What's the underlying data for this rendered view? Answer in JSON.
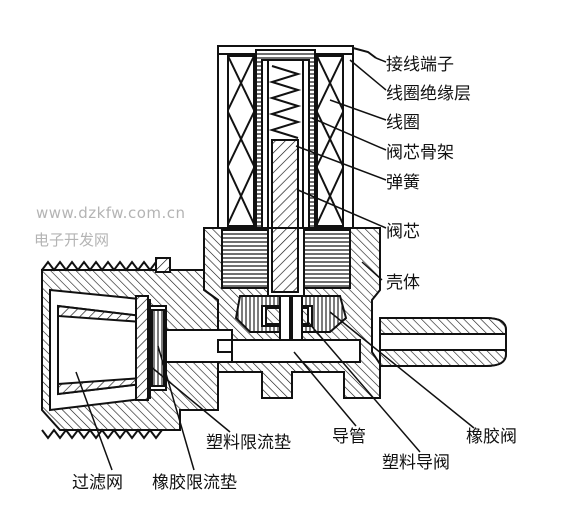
{
  "watermark": {
    "site": "www.dzkfw.com.cn",
    "name": "电子开发网"
  },
  "labels": {
    "terminal": "接线端子",
    "coil_insulation": "线圈绝缘层",
    "coil": "线圈",
    "core_frame": "阀芯骨架",
    "spring": "弹簧",
    "core": "阀芯",
    "housing": "壳体",
    "rubber_valve": "橡胶阀",
    "guide_tube": "导管",
    "plastic_guide_valve": "塑料导阀",
    "plastic_restrictor": "塑料限流垫",
    "filter": "过滤网",
    "rubber_restrictor": "橡胶限流垫"
  }
}
